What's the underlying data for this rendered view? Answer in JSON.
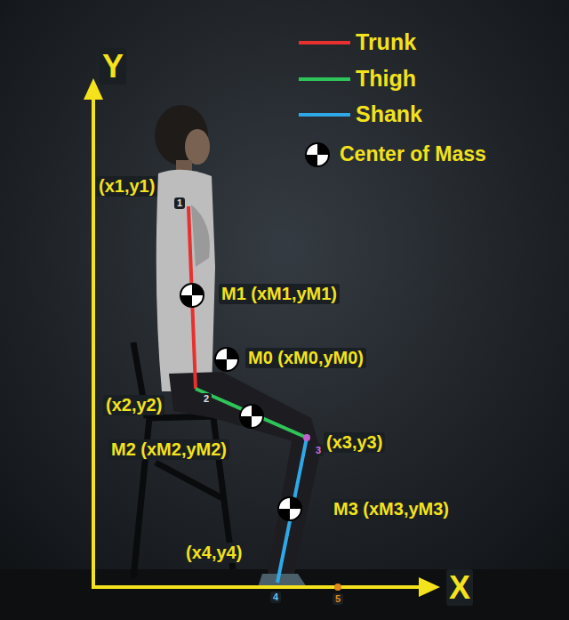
{
  "diagram": {
    "labels": [
      "Y",
      "X",
      "(x1,y1)",
      "M1 (xM1,yM1)",
      "M0 (xM0,yM0)",
      "(x2,y2)",
      "M2 (xM2,yM2)",
      "(x3,y3)",
      "M3 (xM3,yM3)",
      "(x4,y4)",
      "1",
      "2",
      "3",
      "4",
      "5"
    ],
    "legend": [
      {
        "text": "Trunk"
      },
      {
        "text": "Thigh"
      },
      {
        "text": "Shank"
      },
      {
        "text": "Center of Mass"
      }
    ]
  }
}
